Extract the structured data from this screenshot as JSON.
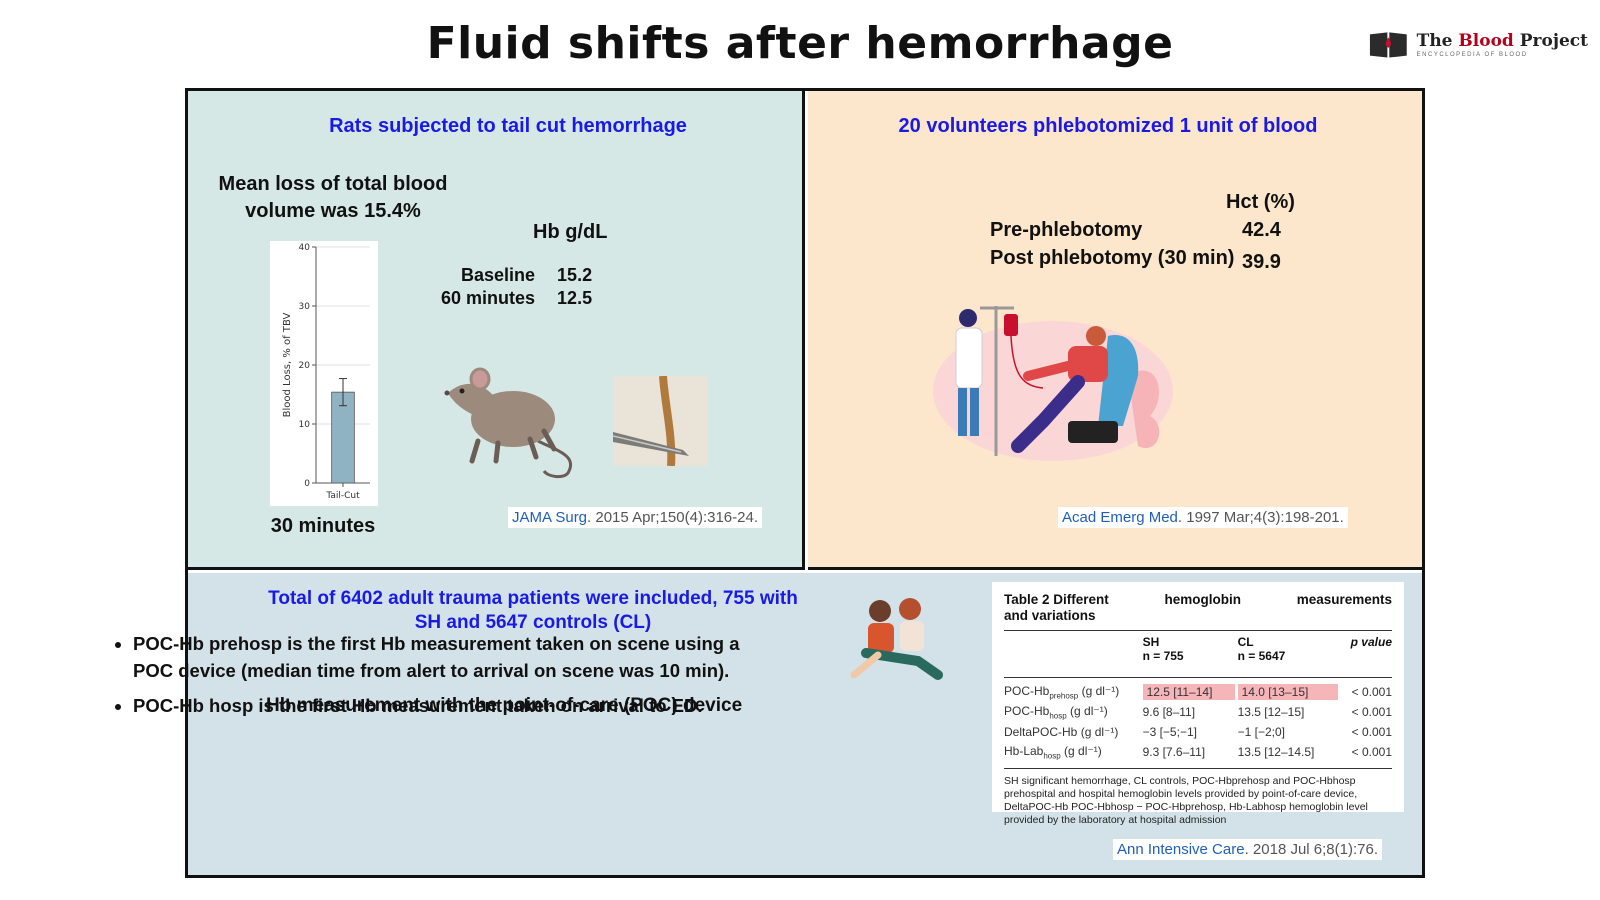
{
  "title": "Fluid shifts after hemorrhage",
  "logo": {
    "name_part1": "The ",
    "name_part2": "Blood",
    "name_part3": " Project",
    "tagline": "ENCYCLOPEDIA OF BLOOD"
  },
  "panel_rats": {
    "heading": "Rats subjected to tail cut hemorrhage",
    "mean_loss_line1": "Mean loss of total blood",
    "mean_loss_line2": "volume was 15.4%",
    "time_label": "30 minutes",
    "hb_header": "Hb g/dL",
    "hb_rows": [
      {
        "label": "Baseline",
        "value": "15.2"
      },
      {
        "label": "60 minutes",
        "value": "12.5"
      }
    ],
    "reference": {
      "journal": "JAMA Surg",
      "rest": ". 2015 Apr;150(4):316-24."
    }
  },
  "chart_data": {
    "type": "bar",
    "categories": [
      "Tail-Cut"
    ],
    "values": [
      15.4
    ],
    "error": [
      2.3
    ],
    "ylabel": "Blood Loss, % of TBV",
    "ylim": [
      0,
      40
    ],
    "yticks": [
      "0",
      "10",
      "20",
      "30",
      "40"
    ],
    "grid": true,
    "bar_color": "#8fb3c3"
  },
  "panel_volunteers": {
    "heading": "20 volunteers phlebotomized 1 unit of blood",
    "hct_header": "Hct (%)",
    "rows": [
      {
        "label": "Pre-phlebotomy",
        "value": "42.4"
      },
      {
        "label": "Post phlebotomy (30 min)",
        "value": "39.9"
      }
    ],
    "reference": {
      "journal": "Acad Emerg Med",
      "rest": ". 1997 Mar;4(3):198-201."
    }
  },
  "panel_trauma": {
    "heading_line1": "Total of 6402  adult trauma patients were included, 755 with",
    "heading_line2": "SH and 5647 controls (CL)",
    "subheading": "Hb measurement with the point-of-care (POC) device",
    "bullets": [
      "POC-Hb prehosp is the first Hb measurement taken on scene using a POC device (median time from alert to arrival on scene was 10 min).",
      "POC-Hb hosp is the first Hb measurement taken on arrival to ED."
    ],
    "reference": {
      "journal": "Ann Intensive Care",
      "rest": ". 2018 Jul 6;8(1):76."
    }
  },
  "table2": {
    "caption_left_1": "Table 2  Different",
    "caption_left_2": "and variations",
    "caption_mid": "hemoglobin",
    "caption_right": "measurements",
    "col_sh": "SH",
    "col_sh_n": "n = 755",
    "col_cl": "CL",
    "col_cl_n": "n = 5647",
    "col_p": "p value",
    "rows": [
      {
        "name": "POC-Hb",
        "sub": "prehosp",
        "unit": " (g dl⁻¹)",
        "sh": "12.5 [11–14]",
        "cl": "14.0 [13–15]",
        "p": "< 0.001"
      },
      {
        "name": "POC-Hb",
        "sub": "hosp",
        "unit": " (g dl⁻¹)",
        "sh": "9.6 [8–11]",
        "cl": "13.5 [12–15]",
        "p": "< 0.001"
      },
      {
        "name": "DeltaPOC-Hb",
        "sub": "",
        "unit": " (g dl⁻¹)",
        "sh": "−3 [−5;−1]",
        "cl": "−1 [−2;0]",
        "p": "< 0.001"
      },
      {
        "name": "Hb-Lab",
        "sub": "hosp",
        "unit": " (g dl⁻¹)",
        "sh": "9.3 [7.6–11]",
        "cl": "13.5 [12–14.5]",
        "p": "< 0.001"
      }
    ],
    "footnote": "SH significant hemorrhage, CL controls, POC-Hbprehosp and POC-Hbhosp prehospital and hospital hemoglobin levels provided by point-of-care device, DeltaPOC-Hb POC-Hbhosp − POC-Hbprehosp, Hb-Labhosp hemoglobin level provided by the laboratory at hospital admission"
  }
}
